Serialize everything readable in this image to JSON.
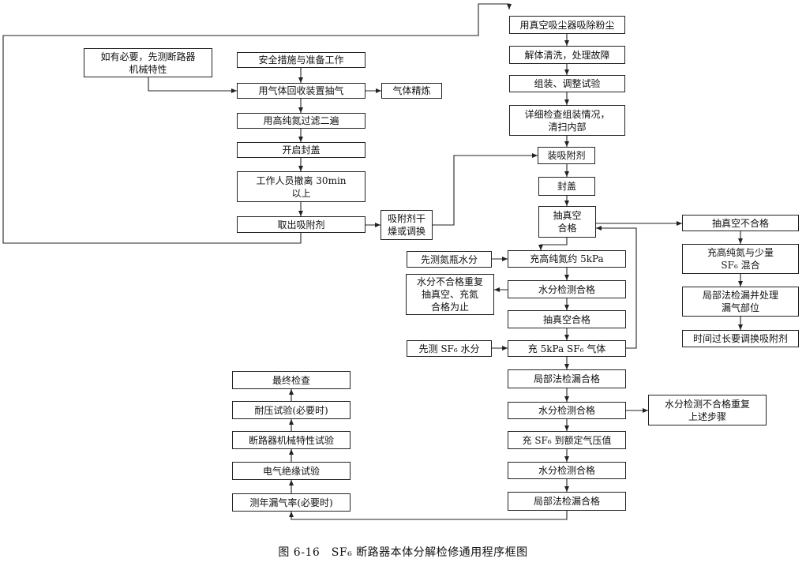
{
  "caption": "图 6-16　SF₆ 断路器本体分解检修通用程序框图",
  "boxes": {
    "precheck_mech": "如有必要，先测断路器\n机械特性",
    "safety_prep": "安全措施与准备工作",
    "gas_recovery": "用气体回收装置抽气",
    "gas_refine": "气体精炼",
    "n2_filter": "用高纯氮过滤二遍",
    "open_cover": "开启封盖",
    "evacuate_staff": "工作人员撤离 30min\n以上",
    "remove_adsorbent": "取出吸附剂",
    "adsorbent_dry": "吸附剂干\n燥或调换",
    "vacuum_dust": "用真空吸尘器吸除粉尘",
    "disassemble_clean": "解体清洗，处理故障",
    "assemble_test": "组装、调整试验",
    "inspect_clean": "详细检查组装情况，\n清扫内部",
    "install_adsorbent": "装吸附剂",
    "seal_cover": "封盖",
    "vacuum_ok": "抽真空\n合格",
    "vacuum_fail": "抽真空不合格",
    "fill_n2_sf6_mix": "充高纯氮与少量\nSF₆ 混合",
    "local_leak_fix": "局部法检漏并处理\n漏气部位",
    "long_time_replace": "时间过长要调换吸附剂",
    "test_n2_moisture": "先测氮瓶水分",
    "fill_n2_5kpa": "充高纯氮约 5kPa",
    "moisture_fail_repeat": "水分不合格重复\n抽真空、充氮\n合格为止",
    "moisture_ok_1": "水分检测合格",
    "vacuum_ok_2": "抽真空合格",
    "test_sf6_moisture": "先测 SF₆ 水分",
    "fill_sf6_5kpa": "充 5kPa SF₆ 气体",
    "leak_ok_1": "局部法检漏合格",
    "moisture_ok_2": "水分检测合格",
    "moisture_fail_repeat_2": "水分检测不合格重复\n上述步骤",
    "fill_sf6_rated": "充 SF₆ 到额定气压值",
    "moisture_ok_3": "水分检测合格",
    "leak_ok_2": "局部法检漏合格",
    "annual_leak": "测年漏气率(必要时)",
    "insulation_test": "电气绝缘试验",
    "mech_test": "断路器机械特性试验",
    "withstand_test": "耐压试验(必要时)",
    "final_check": "最终检查"
  }
}
